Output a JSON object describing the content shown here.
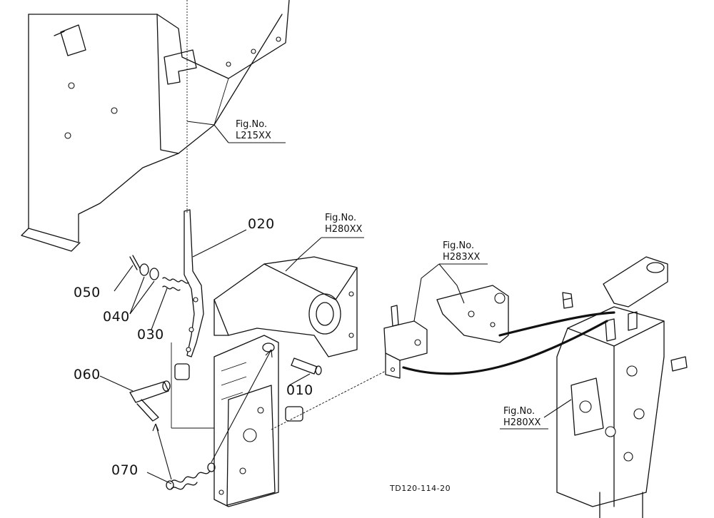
{
  "part_numbers": {
    "p010": "010",
    "p020": "020",
    "p030": "030",
    "p040": "040",
    "p050": "050",
    "p060": "060",
    "p070": "070"
  },
  "figure_refs": {
    "fig_l215": {
      "label": "Fig.No.",
      "code": "L215XX"
    },
    "fig_h280_top": {
      "label": "Fig.No.",
      "code": "H280XX"
    },
    "fig_h283": {
      "label": "Fig.No.",
      "code": "H283XX"
    },
    "fig_h280_right": {
      "label": "Fig.No.",
      "code": "H280XX"
    }
  },
  "drawing_code": "TD120-114-20",
  "colors": {
    "line": "#111111",
    "background": "#ffffff"
  }
}
